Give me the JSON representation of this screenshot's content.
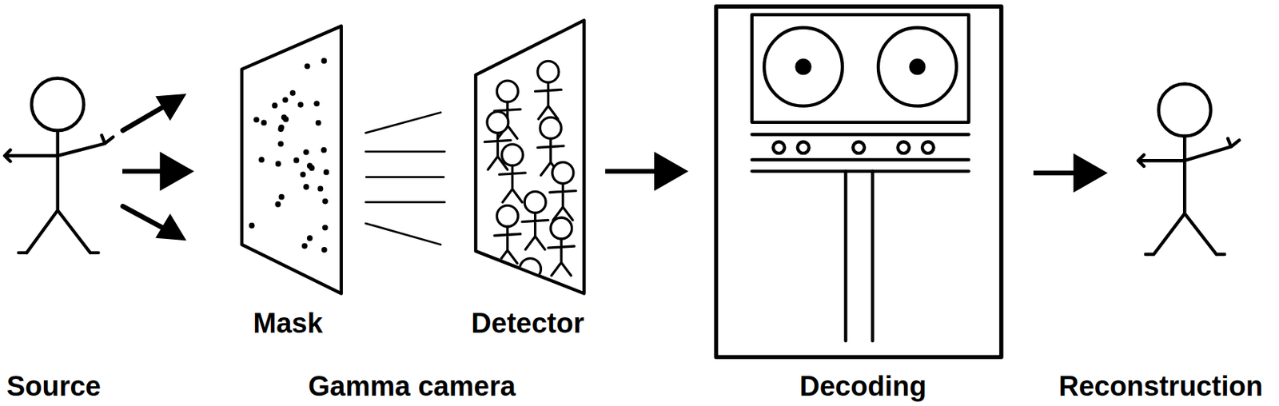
{
  "diagram": {
    "nodes": [
      {
        "text": [
          "Source"
        ]
      },
      {
        "text": [
          "Mask"
        ]
      },
      {
        "text": [
          "Detector"
        ]
      },
      {
        "text": [
          "Decoding"
        ]
      },
      {
        "text": [
          "Reconstruction"
        ]
      }
    ],
    "edges": [
      {
        "from": 0,
        "to": 1,
        "arrow": "to"
      },
      {
        "from": 1,
        "to": 2,
        "arrow": "none"
      },
      {
        "from": 2,
        "to": 3,
        "arrow": "to"
      },
      {
        "from": 3,
        "to": 4,
        "arrow": "to"
      }
    ],
    "labels": [
      "Gamma camera"
    ]
  }
}
